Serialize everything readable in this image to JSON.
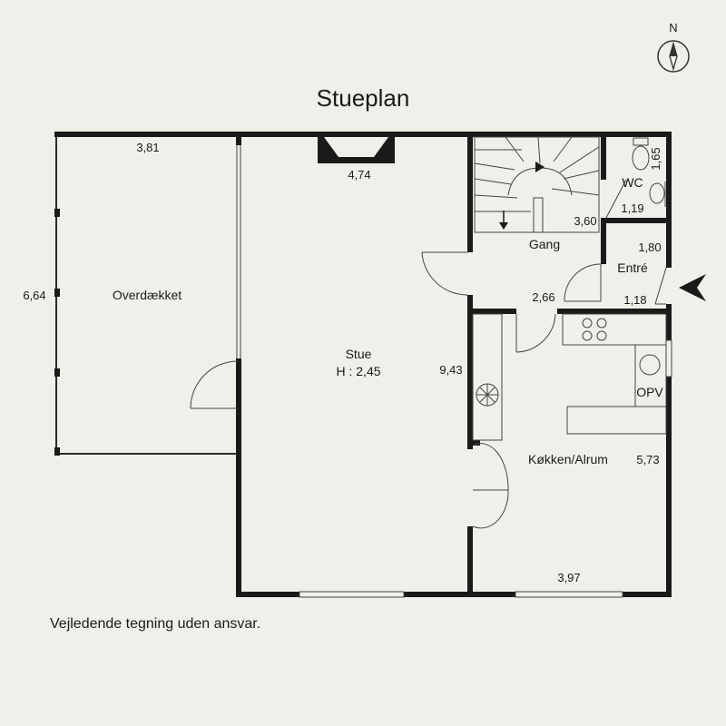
{
  "title": "Stueplan",
  "compass": {
    "label": "N"
  },
  "disclaimer": "Vejledende tegning uden ansvar.",
  "rooms": {
    "overdaekket": "Overdækket",
    "stue": "Stue",
    "stue_height": "H : 2,45",
    "gang": "Gang",
    "wc": "WC",
    "entre": "Entré",
    "opv": "OPV",
    "kokken": "Køkken/Alrum"
  },
  "dimensions": {
    "d381": "3,81",
    "d474": "4,74",
    "d664": "6,64",
    "d943": "9,43",
    "d165": "1,65",
    "d119": "1,19",
    "d360": "3,60",
    "d180": "1,80",
    "d266": "2,66",
    "d118": "1,18",
    "d573": "5,73",
    "d397": "3,97"
  },
  "colors": {
    "background": "#f0efe9",
    "wall": "#1a1a1a",
    "line": "#2a2a2a"
  },
  "icons": {
    "compass": "compass-icon",
    "entrance": "entrance-arrow-icon"
  }
}
